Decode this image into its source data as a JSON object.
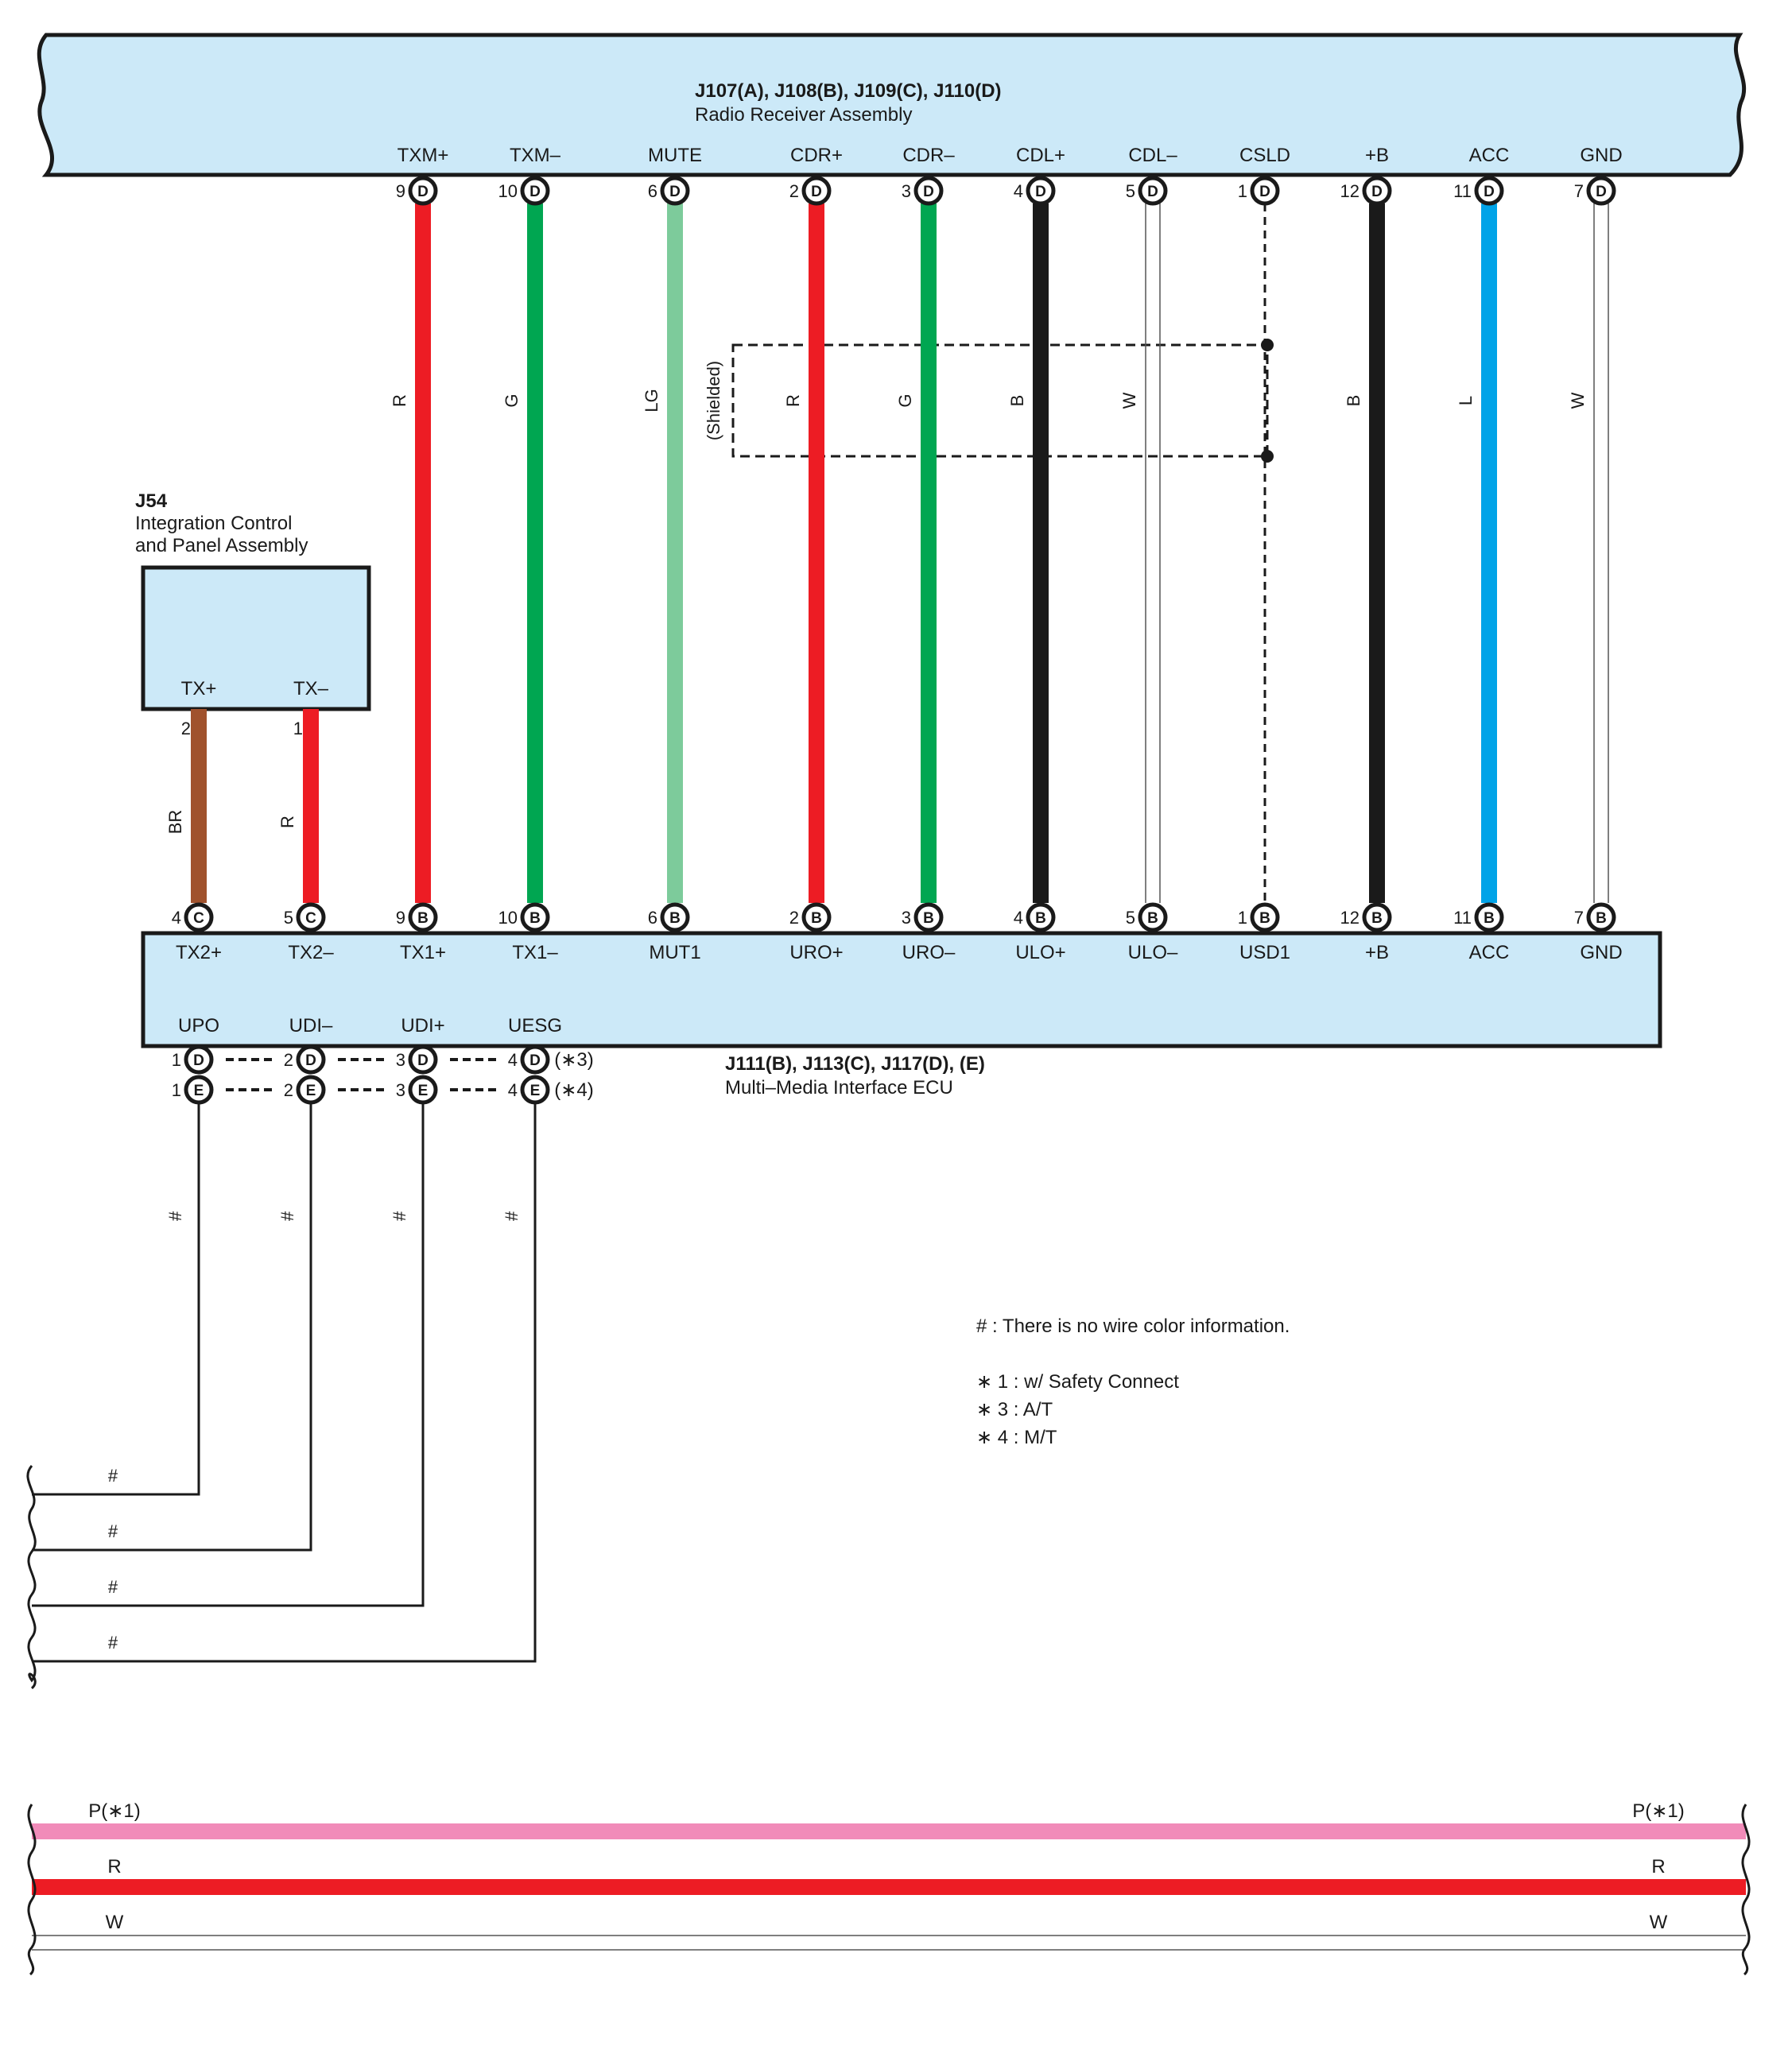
{
  "radio": {
    "connectors": "J107(A), J108(B), J109(C), J110(D)",
    "name": "Radio Receiver Assembly"
  },
  "ecu": {
    "connectors": "J111(B), J113(C), J117(D), (E)",
    "name": "Multi–Media Interface ECU"
  },
  "panel": {
    "id": "J54",
    "name_line1": "Integration Control",
    "name_line2": "and Panel Assembly",
    "pins": [
      {
        "label": "TX+",
        "num": "2"
      },
      {
        "label": "TX–",
        "num": "1"
      }
    ]
  },
  "main_wires": [
    {
      "top_label": "TXM+",
      "top_num": "9",
      "top_conn": "D",
      "bot_label": "TX1+",
      "bot_num": "9",
      "bot_conn": "B",
      "code": "R",
      "color": "#ed1c24",
      "style": "solid"
    },
    {
      "top_label": "TXM–",
      "top_num": "10",
      "top_conn": "D",
      "bot_label": "TX1–",
      "bot_num": "10",
      "bot_conn": "B",
      "code": "G",
      "color": "#00a651",
      "style": "solid"
    },
    {
      "top_label": "MUTE",
      "top_num": "6",
      "top_conn": "D",
      "bot_label": "MUT1",
      "bot_num": "6",
      "bot_conn": "B",
      "code": "LG",
      "color": "#7dcb9b",
      "style": "solid"
    },
    {
      "top_label": "CDR+",
      "top_num": "2",
      "top_conn": "D",
      "bot_label": "URO+",
      "bot_num": "2",
      "bot_conn": "B",
      "code": "R",
      "color": "#ed1c24",
      "style": "solid"
    },
    {
      "top_label": "CDR–",
      "top_num": "3",
      "top_conn": "D",
      "bot_label": "URO–",
      "bot_num": "3",
      "bot_conn": "B",
      "code": "G",
      "color": "#00a651",
      "style": "solid"
    },
    {
      "top_label": "CDL+",
      "top_num": "4",
      "top_conn": "D",
      "bot_label": "ULO+",
      "bot_num": "4",
      "bot_conn": "B",
      "code": "B",
      "color": "#1a1a1a",
      "style": "solid"
    },
    {
      "top_label": "CDL–",
      "top_num": "5",
      "top_conn": "D",
      "bot_label": "ULO–",
      "bot_num": "5",
      "bot_conn": "B",
      "code": "W",
      "color": "#ffffff",
      "style": "white"
    },
    {
      "top_label": "CSLD",
      "top_num": "1",
      "top_conn": "D",
      "bot_label": "USD1",
      "bot_num": "1",
      "bot_conn": "B",
      "code": "",
      "color": "#1a1a1a",
      "style": "dashed"
    },
    {
      "top_label": "+B",
      "top_num": "12",
      "top_conn": "D",
      "bot_label": "+B",
      "bot_num": "12",
      "bot_conn": "B",
      "code": "B",
      "color": "#1a1a1a",
      "style": "solid"
    },
    {
      "top_label": "ACC",
      "top_num": "11",
      "top_conn": "D",
      "bot_label": "ACC",
      "bot_num": "11",
      "bot_conn": "B",
      "code": "L",
      "color": "#00a3e8",
      "style": "solid"
    },
    {
      "top_label": "GND",
      "top_num": "7",
      "top_conn": "D",
      "bot_label": "GND",
      "bot_num": "7",
      "bot_conn": "B",
      "code": "W",
      "color": "#ffffff",
      "style": "white"
    }
  ],
  "panel_wires": [
    {
      "bot_label": "TX2+",
      "bot_num": "4",
      "bot_conn": "C",
      "code": "BR",
      "color": "#a0522d"
    },
    {
      "bot_label": "TX2–",
      "bot_num": "5",
      "bot_conn": "C",
      "code": "R",
      "color": "#ed1c24"
    }
  ],
  "shielded_label": "(Shielded)",
  "ecu_lower_pins": [
    {
      "label": "UPO",
      "num": "1",
      "conn_a": "D",
      "conn_b": "E",
      "code": "#"
    },
    {
      "label": "UDI–",
      "num": "2",
      "conn_a": "D",
      "conn_b": "E",
      "code": "#"
    },
    {
      "label": "UDI+",
      "num": "3",
      "conn_a": "D",
      "conn_b": "E",
      "code": "#"
    },
    {
      "label": "UESG",
      "num": "4",
      "conn_a": "D",
      "conn_b": "E",
      "code": "#"
    }
  ],
  "ecu_variant_notes": [
    "(∗3)",
    "(∗4)"
  ],
  "legend": {
    "hash": "#  : There is no wire color information.",
    "n1": "∗ 1 : w/ Safety Connect",
    "n3": "∗ 3 : A/T",
    "n4": "∗ 4 : M/T"
  },
  "bottom_wires": [
    {
      "left_label": "P(∗1)",
      "right_label": "P(∗1)",
      "color": "#f18bb9"
    },
    {
      "left_label": "R",
      "right_label": "R",
      "color": "#ed1c24"
    },
    {
      "left_label": "W",
      "right_label": "W",
      "color": "#ffffff"
    }
  ],
  "colors": {
    "box_fill": "#cce9f8",
    "box_stroke": "#1a1a1a"
  }
}
